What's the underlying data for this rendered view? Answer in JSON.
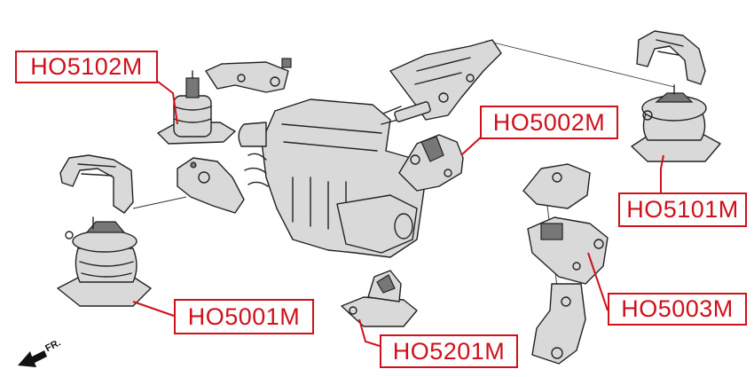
{
  "labels": {
    "ho5102m": "HO5102M",
    "ho5002m": "HO5002M",
    "ho5101m": "HO5101M",
    "ho5003m": "HO5003M",
    "ho5001m": "HO5001M",
    "ho5201m": "HO5201M"
  },
  "direction": {
    "text": "FR."
  },
  "colors": {
    "label_red": "#d0101a",
    "line_art": "#222222"
  }
}
